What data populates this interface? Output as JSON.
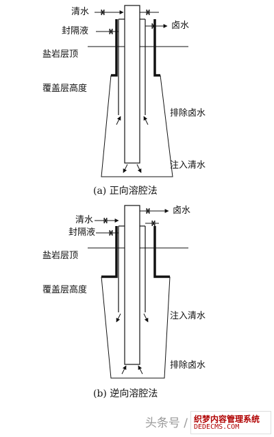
{
  "diagram_a": {
    "labels": {
      "fresh_water": "清水",
      "seal_fluid": "封隔液",
      "brine": "卤水",
      "salt_top": "盐岩层顶",
      "cover_height": "覆盖层高度",
      "discharge_brine": "排除卤水",
      "inject_water": "注入清水"
    },
    "caption": "(a) 正向溶腔法"
  },
  "diagram_b": {
    "labels": {
      "brine": "卤水",
      "fresh_water": "清水",
      "seal_fluid": "封隔液",
      "salt_top": "盐岩层顶",
      "cover_height": "覆盖层高度",
      "inject_water": "注入清水",
      "discharge_brine": "排除卤水"
    },
    "caption": "(b) 逆向溶腔法"
  },
  "watermark": {
    "text": "头条号 /",
    "brand": "织梦内容管理系统",
    "url": "DEDECMS.COM"
  }
}
